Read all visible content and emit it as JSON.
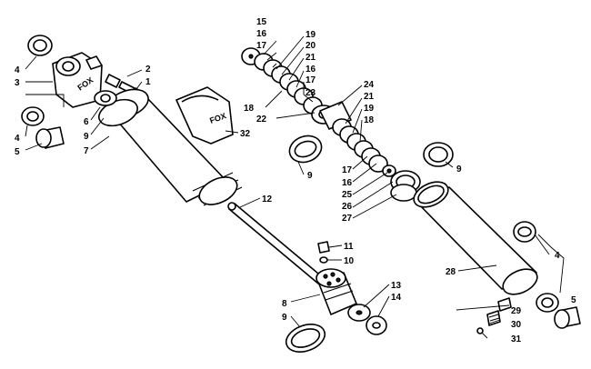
{
  "diagram": {
    "callouts": [
      "15",
      "16",
      "17",
      "19",
      "20",
      "21",
      "16",
      "17",
      "23",
      "18",
      "22",
      "24",
      "21",
      "19",
      "18",
      "17",
      "16",
      "25",
      "26",
      "27",
      "9",
      "9",
      "4",
      "3",
      "2",
      "1",
      "6",
      "9",
      "7",
      "4",
      "5",
      "32",
      "12",
      "11",
      "10",
      "8",
      "9",
      "13",
      "14",
      "28",
      "4",
      "5",
      "29",
      "30",
      "31"
    ],
    "logo_text": "FOX",
    "colors": {
      "ink": "#000000",
      "paper": "#ffffff",
      "shade": "#1a1a1a"
    }
  }
}
